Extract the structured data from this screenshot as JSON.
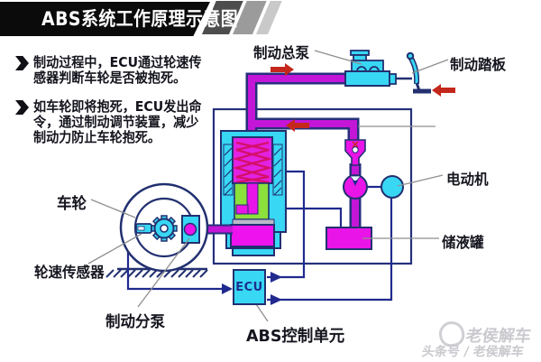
{
  "header": {
    "title": "ABS系统工作原理示意图"
  },
  "notes": [
    {
      "lines": [
        "制动过程中，ECU通过轮速传",
        "感器判断车轮是否被抱死。"
      ]
    },
    {
      "lines": [
        "如车轮即将抱死，ECU发出命",
        "令，通过制动调节装置，减少",
        "制动力防止车轮抱死。"
      ]
    }
  ],
  "diagram": {
    "labels": {
      "master_cylinder": "制动总泵",
      "brake_pedal": "制动踏板",
      "motor": "电动机",
      "reservoir": "储液罐",
      "wheel": "车轮",
      "wheel_speed_sensor": "轮速传感器",
      "wheel_cylinder": "制动分泵",
      "abs_unit": "ABS控制单元",
      "ecu": "ECU"
    },
    "colors": {
      "component_cyan": "#38d7f3",
      "component_magenta": "#e814e8",
      "pipe_magenta": "#c316d6",
      "chamber_green": "#8ce03c",
      "outline_navy": "#223070",
      "signal_navy": "#202a8e",
      "flow_arrow_red": "#c4281c",
      "pointer_gray": "#8f8f8f"
    }
  },
  "watermark": {
    "brand": "老侯解车",
    "byline": "头条号 / 老侯解车"
  }
}
